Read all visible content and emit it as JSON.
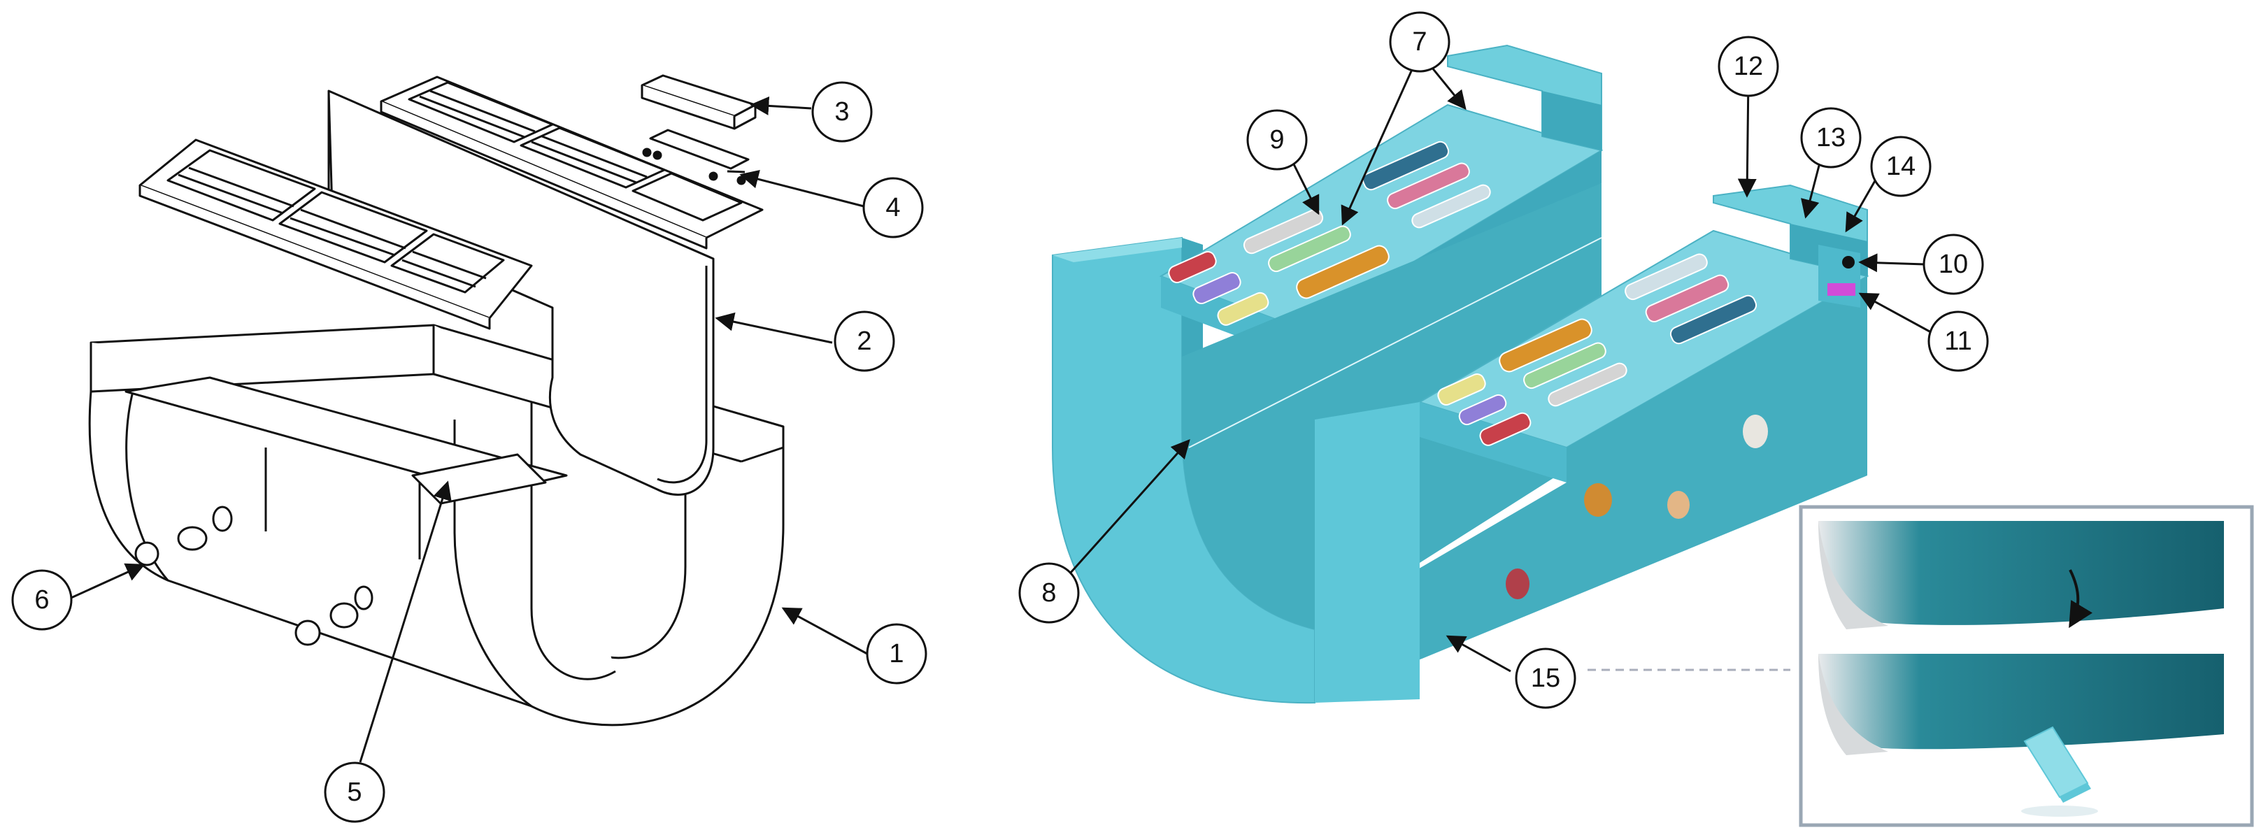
{
  "left_figure": {
    "callouts": [
      {
        "id": "callout-1",
        "label": "1"
      },
      {
        "id": "callout-2",
        "label": "2"
      },
      {
        "id": "callout-3",
        "label": "3"
      },
      {
        "id": "callout-4",
        "label": "4"
      },
      {
        "id": "callout-5",
        "label": "5"
      },
      {
        "id": "callout-6",
        "label": "6"
      }
    ]
  },
  "right_figure": {
    "callouts": [
      {
        "id": "callout-7",
        "label": "7"
      },
      {
        "id": "callout-8",
        "label": "8"
      },
      {
        "id": "callout-9",
        "label": "9"
      },
      {
        "id": "callout-10",
        "label": "10"
      },
      {
        "id": "callout-11",
        "label": "11"
      },
      {
        "id": "callout-12",
        "label": "12"
      },
      {
        "id": "callout-13",
        "label": "13"
      },
      {
        "id": "callout-14",
        "label": "14"
      },
      {
        "id": "callout-15",
        "label": "15"
      }
    ]
  },
  "colors": {
    "body_cyan": "#5ec7d8",
    "body_cyan_dark": "#3fa9bc",
    "body_cyan_light": "#8fdde8",
    "line_art": "#111111",
    "inset_border": "#9aa7b4",
    "inset_teal": "#1f7f8f",
    "slot_colors": [
      "#c8404a",
      "#8f7fd8",
      "#e6e08a",
      "#d4d4d4",
      "#98d49a",
      "#d9922a",
      "#2f6f8f",
      "#d9789a",
      "#cfdfe6"
    ]
  }
}
